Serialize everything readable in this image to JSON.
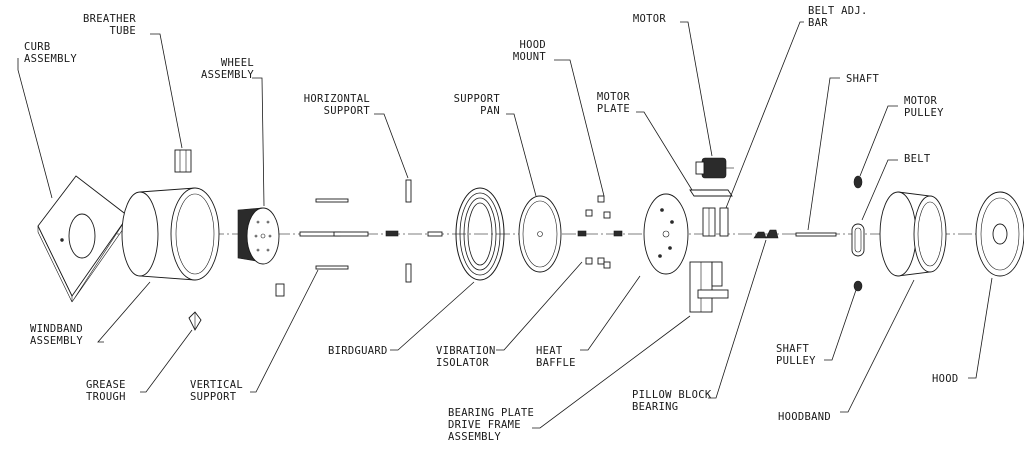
{
  "diagram": {
    "labels": [
      {
        "id": "curb-assembly",
        "lines": [
          "CURB",
          "ASSEMBLY"
        ]
      },
      {
        "id": "breather-tube",
        "lines": [
          "BREATHER",
          "TUBE"
        ]
      },
      {
        "id": "wheel-assembly",
        "lines": [
          "WHEEL",
          "ASSEMBLY"
        ]
      },
      {
        "id": "horizontal-support",
        "lines": [
          "HORIZONTAL",
          "SUPPORT"
        ]
      },
      {
        "id": "support-pan",
        "lines": [
          "SUPPORT",
          "PAN"
        ]
      },
      {
        "id": "hood-mount",
        "lines": [
          "HOOD",
          "MOUNT"
        ]
      },
      {
        "id": "motor",
        "lines": [
          "MOTOR"
        ]
      },
      {
        "id": "motor-plate",
        "lines": [
          "MOTOR",
          "PLATE"
        ]
      },
      {
        "id": "belt-adj-bar",
        "lines": [
          "BELT ADJ.",
          "BAR"
        ]
      },
      {
        "id": "shaft",
        "lines": [
          "SHAFT"
        ]
      },
      {
        "id": "motor-pulley",
        "lines": [
          "MOTOR",
          "PULLEY"
        ]
      },
      {
        "id": "belt",
        "lines": [
          "BELT"
        ]
      },
      {
        "id": "windband-assembly",
        "lines": [
          "WINDBAND",
          "ASSEMBLY"
        ]
      },
      {
        "id": "grease-trough",
        "lines": [
          "GREASE",
          "TROUGH"
        ]
      },
      {
        "id": "vertical-support",
        "lines": [
          "VERTICAL",
          "SUPPORT"
        ]
      },
      {
        "id": "birdguard",
        "lines": [
          "BIRDGUARD"
        ]
      },
      {
        "id": "vibration-isolator",
        "lines": [
          "VIBRATION",
          "ISOLATOR"
        ]
      },
      {
        "id": "heat-baffle",
        "lines": [
          "HEAT",
          "BAFFLE"
        ]
      },
      {
        "id": "bearing-plate-drive-frame-assembly",
        "lines": [
          "BEARING PLATE",
          "DRIVE FRAME",
          "ASSEMBLY"
        ]
      },
      {
        "id": "pillow-block-bearing",
        "lines": [
          "PILLOW BLOCK",
          "BEARING"
        ]
      },
      {
        "id": "shaft-pulley",
        "lines": [
          "SHAFT",
          "PULLEY"
        ]
      },
      {
        "id": "hoodband",
        "lines": [
          "HOODBAND"
        ]
      },
      {
        "id": "hood",
        "lines": [
          "HOOD"
        ]
      }
    ]
  }
}
